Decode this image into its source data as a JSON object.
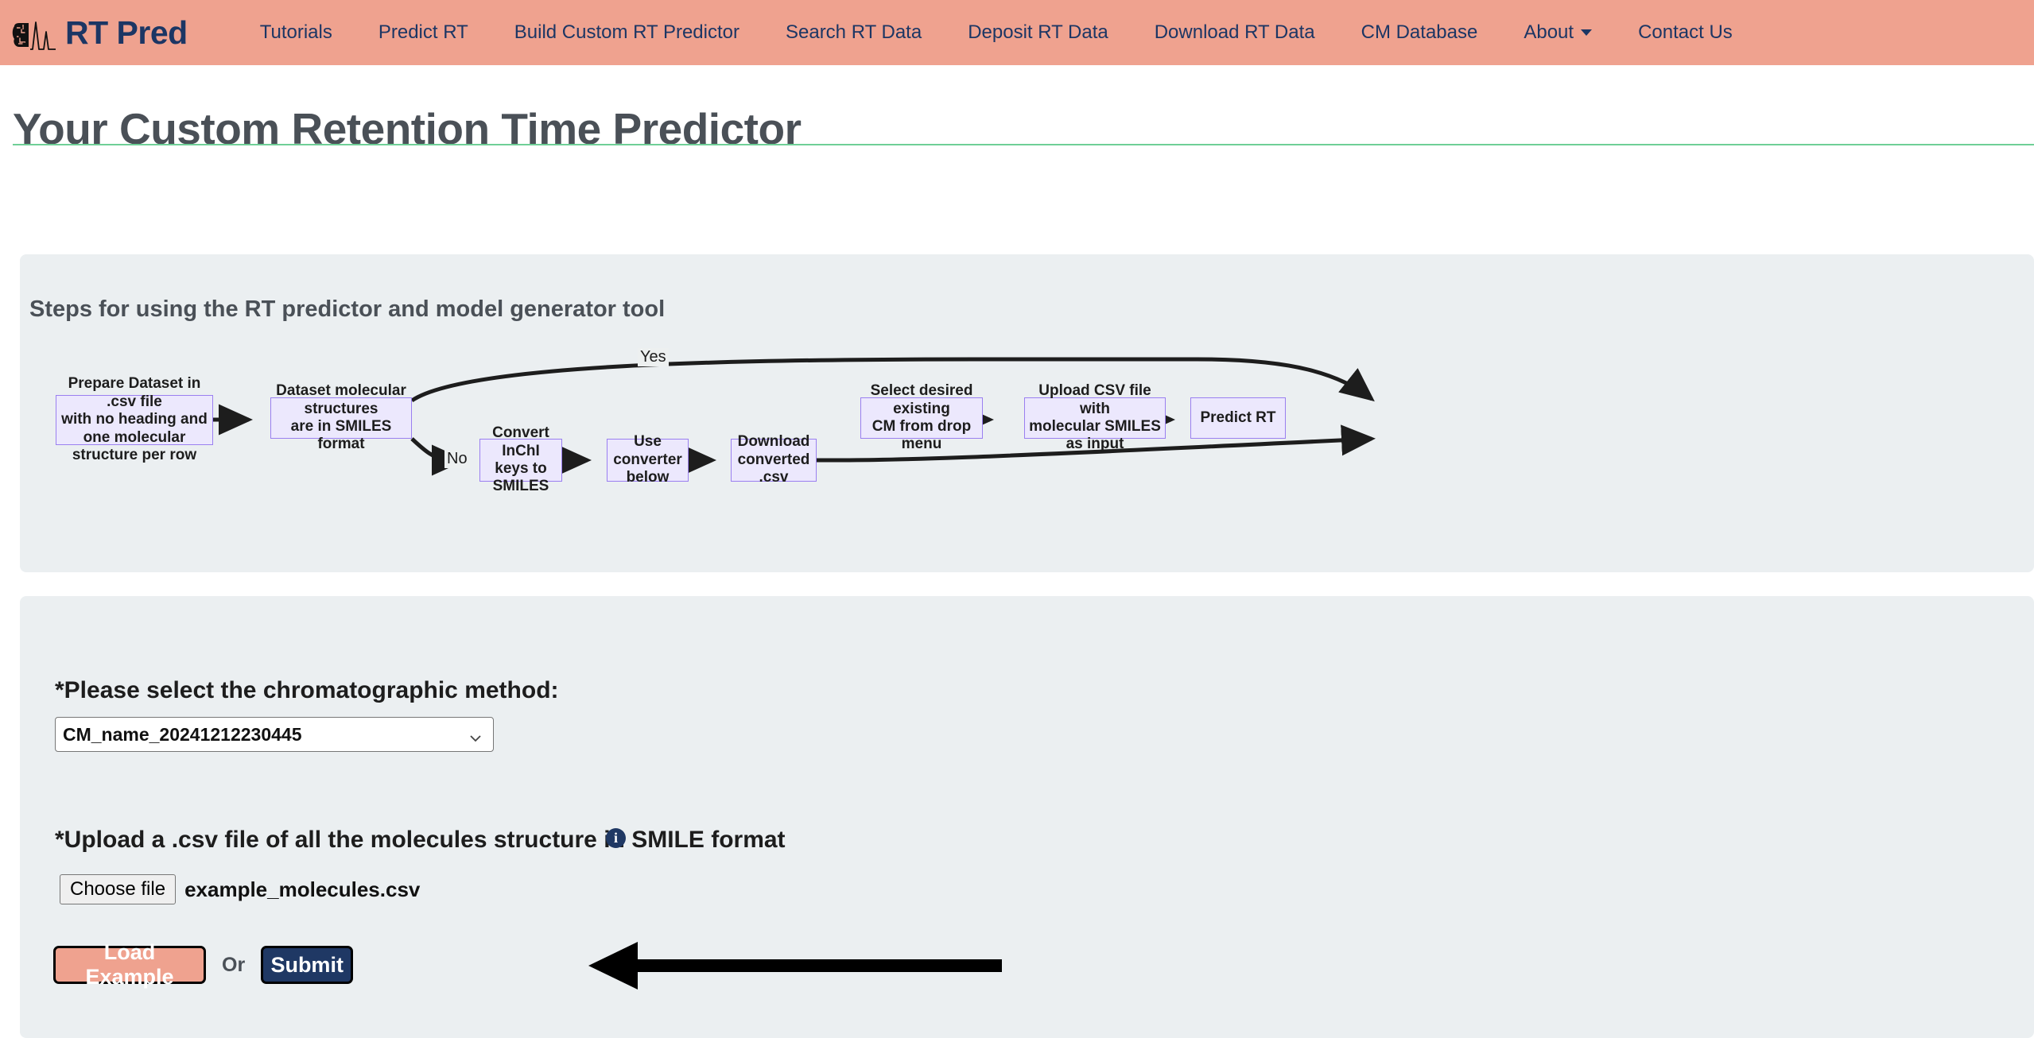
{
  "navbar": {
    "brand": "RT Pred",
    "logo_icon": "brain-chromatogram-logo",
    "items": [
      {
        "label": "Tutorials",
        "has_caret": false
      },
      {
        "label": "Predict RT",
        "has_caret": false
      },
      {
        "label": "Build Custom RT Predictor",
        "has_caret": false
      },
      {
        "label": "Search RT Data",
        "has_caret": false
      },
      {
        "label": "Deposit RT Data",
        "has_caret": false
      },
      {
        "label": "Download RT Data",
        "has_caret": false
      },
      {
        "label": "CM Database",
        "has_caret": false
      },
      {
        "label": "About",
        "has_caret": true
      },
      {
        "label": "Contact Us",
        "has_caret": false
      }
    ]
  },
  "page": {
    "title": "Your Custom Retention Time Predictor"
  },
  "steps_panel": {
    "heading": "Steps for using the RT predictor and model generator tool",
    "nodes": [
      {
        "id": "prepare",
        "text": "Prepare Dataset in .csv file\nwith no heading and\none molecular structure per row"
      },
      {
        "id": "smiles",
        "text": "Dataset molecular structures\nare in SMILES format"
      },
      {
        "id": "convert",
        "text": "Convert InChI\nkeys to SMILES"
      },
      {
        "id": "useconv",
        "text": "Use converter\nbelow"
      },
      {
        "id": "download",
        "text": "Download\nconverted .csv"
      },
      {
        "id": "selectcm",
        "text": "Select desired existing\nCM from drop menu"
      },
      {
        "id": "upload",
        "text": "Upload CSV file with\nmolecular SMILES as input"
      },
      {
        "id": "predict",
        "text": "Predict RT"
      }
    ],
    "edge_labels": {
      "yes": "Yes",
      "no": "No"
    }
  },
  "form_panel": {
    "method_label": "*Please select the chromatographic method:",
    "method_value": "CM_name_20241212230445",
    "upload_label": "*Upload a .csv file of all the molecules structure in SMILE format",
    "info_icon": "info-icon",
    "info_glyph": "i",
    "choose_file_label": "Choose file",
    "file_name": "example_molecules.csv",
    "load_example_label": "Load Example",
    "or_label": "Or",
    "submit_label": "Submit"
  },
  "colors": {
    "navbar_bg": "#efa28f",
    "brand_navy": "#1c3664",
    "panel_bg": "#ebeff1",
    "rule_green": "#6fcf97",
    "node_fill": "#ece8fd",
    "node_border": "#9a7ff0",
    "submit_navy": "#1f3864",
    "title_gray": "#4a5057"
  }
}
